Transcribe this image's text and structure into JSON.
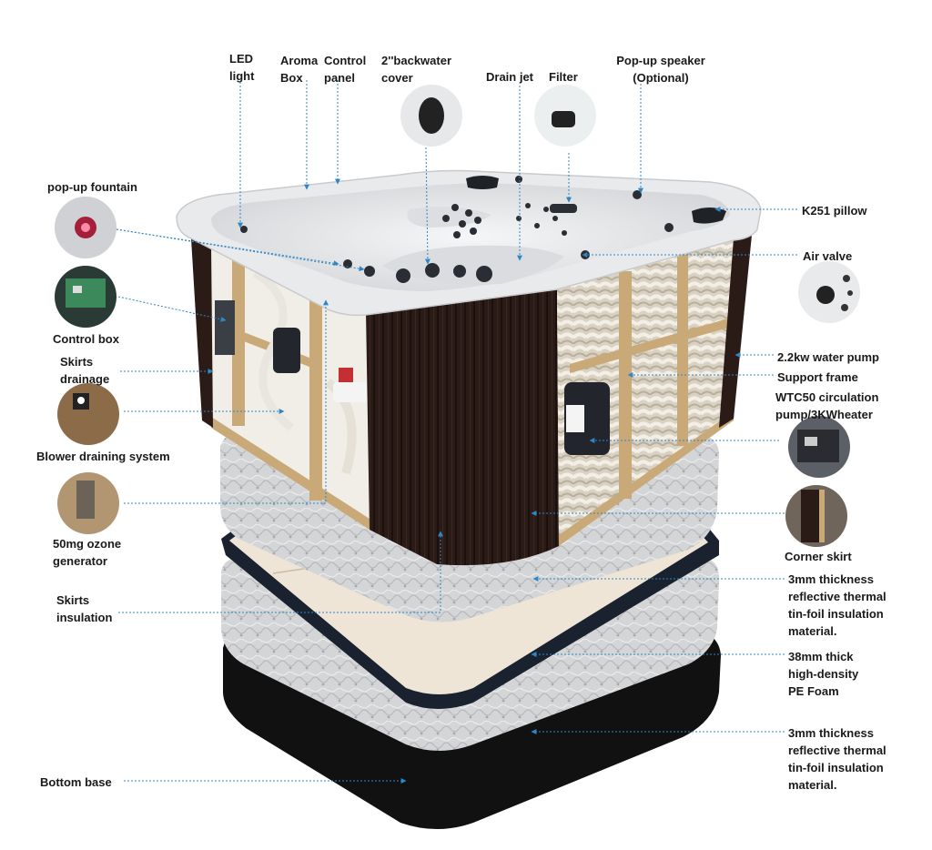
{
  "labels": {
    "led_light": "LED\nlight",
    "aroma_box": "Aroma\nBox",
    "control_panel": "Control\npanel",
    "backwater_cover": "2''backwater\ncover",
    "drain_jet": "Drain jet",
    "filter": "Filter",
    "popup_speaker": "Pop-up speaker\n(Optional)",
    "popup_fountain": "pop-up fountain",
    "k251_pillow": "K251 pillow",
    "air_valve": "Air  valve",
    "control_box": "Control box",
    "skirts_drainage": "Skirts\ndrainage",
    "water_pump": "2.2kw  water pump",
    "support_frame": "Support frame",
    "circulation_pump": "WTC50 circulation\npump/3KWheater",
    "blower_draining": "Blower draining system",
    "ozone_generator": "50mg  ozone\ngenerator",
    "corner_skirt": "Corner skirt",
    "skirts_insulation": "Skirts\ninsulation",
    "tinfoil_top": "3mm thickness\nreflective thermal\ntin-foil insulation\nmaterial.",
    "pe_foam": "38mm thick\nhigh-density\nPE Foam",
    "tinfoil_bottom": "3mm thickness\nreflective thermal\ntin-foil insulation\nmaterial.",
    "bottom_base": "Bottom base"
  },
  "colors": {
    "leader": "#2f86c6",
    "shell": "#e7e8ea",
    "skirt": "#2a1a16",
    "frame": "#c9a978",
    "foil": "#d5d6d8",
    "foam": "#efe4d6",
    "base": "#111111"
  }
}
